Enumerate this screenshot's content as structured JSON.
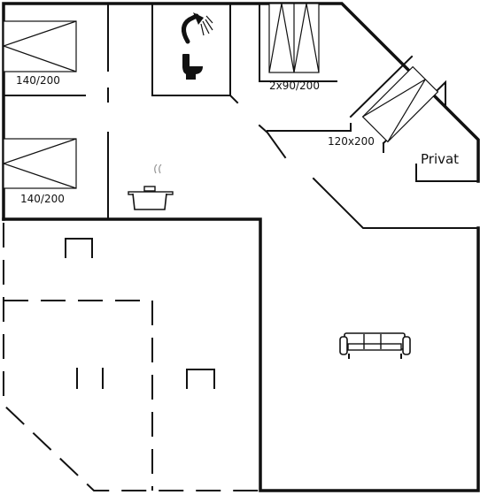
{
  "labels": {
    "bed_top_left": "140/200",
    "bed_mid_left": "140/200",
    "bed_twin": "2x90/200",
    "bed_diag": "120x200",
    "private_room": "Privat"
  },
  "icons": [
    "shower-icon",
    "toilet-icon",
    "cooking-pot-icon",
    "sofa-icon"
  ]
}
